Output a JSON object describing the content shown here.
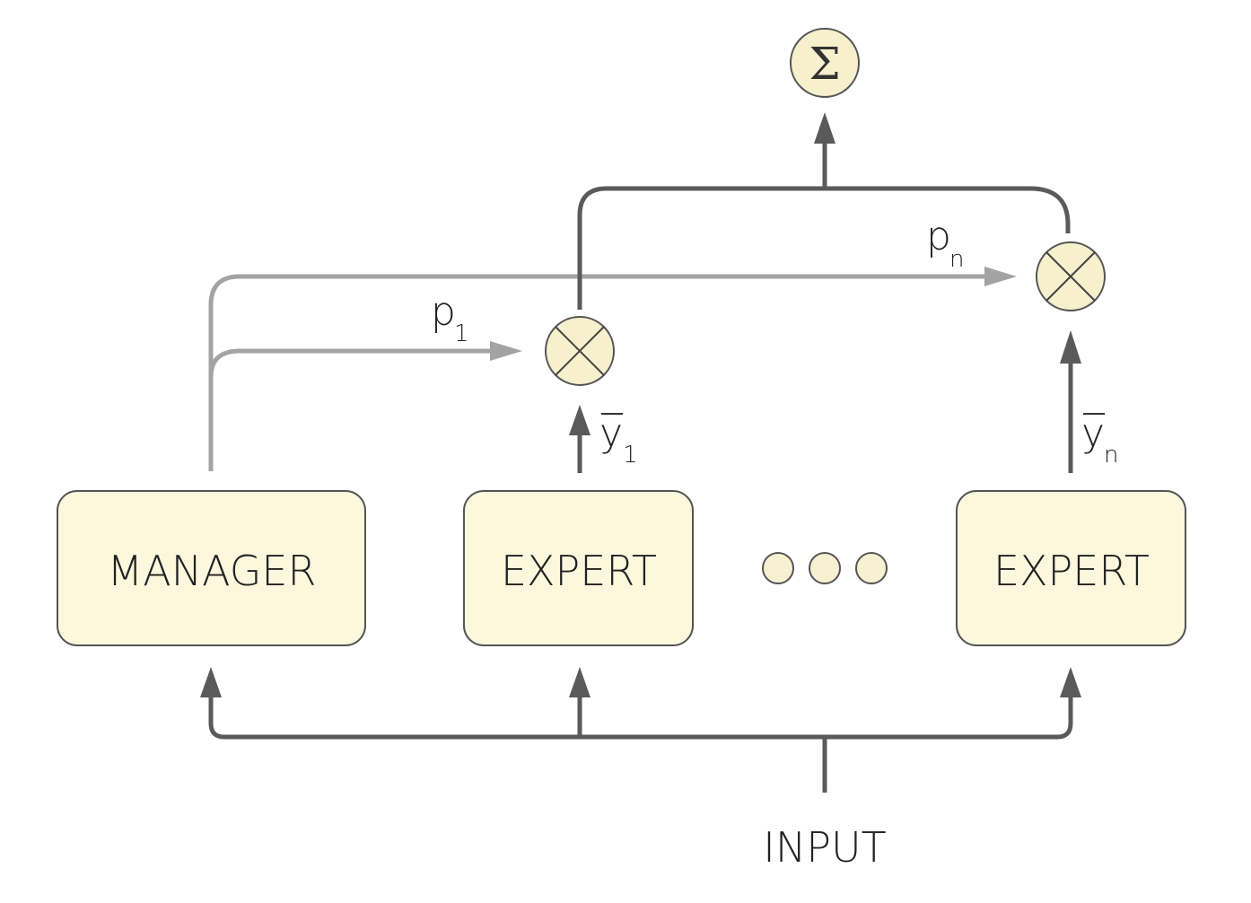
{
  "nodes": {
    "manager": {
      "label": "MANAGER"
    },
    "expert_1": {
      "label": "EXPERT"
    },
    "expert_n": {
      "label": "EXPERT"
    },
    "input": {
      "label": "INPUT"
    }
  },
  "operators": {
    "sum": {
      "symbol": "Σ"
    },
    "mult_1": {
      "symbol": "⊗"
    },
    "mult_n": {
      "symbol": "⊗"
    }
  },
  "labels": {
    "p1": {
      "base": "p",
      "sub": "1"
    },
    "pn": {
      "base": "p",
      "sub": "n"
    },
    "y1": {
      "base": "y",
      "sub": "1"
    },
    "yn": {
      "base": "y",
      "sub": "n"
    }
  },
  "ellipsis": {
    "count": 3
  },
  "colors": {
    "box_fill": "#fcf7dd",
    "stroke_dark": "#5a5a5a",
    "stroke_light": "#a3a3a3"
  }
}
